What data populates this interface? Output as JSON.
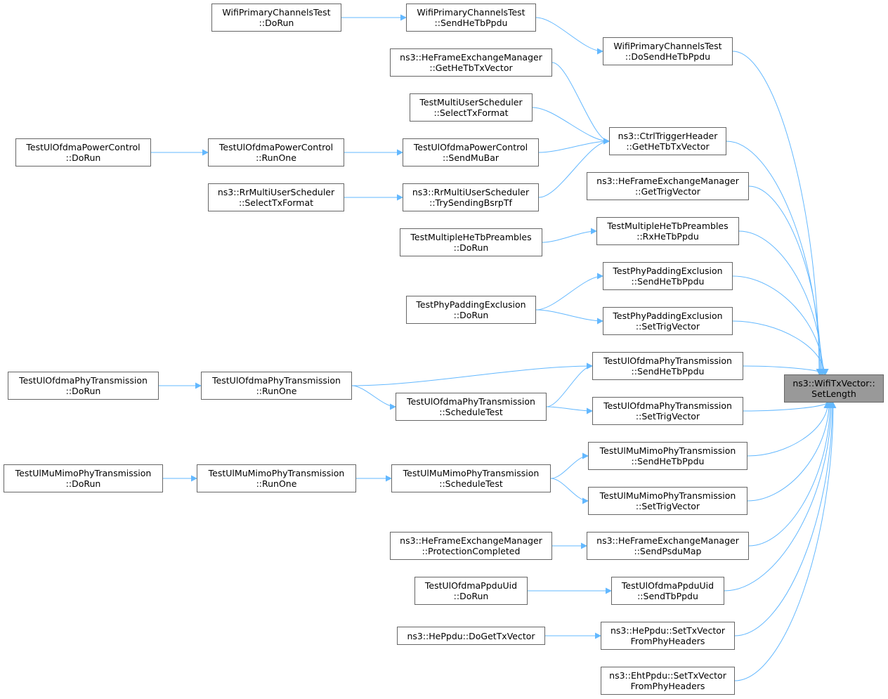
{
  "theme": {
    "edge_color": "#63b8ff",
    "node_border": "#666666",
    "root_fill": "#999999"
  },
  "nodes": {
    "root": [
      "ns3::WifiTxVector::",
      "SetLength"
    ],
    "n1": [
      "WifiPrimaryChannelsTest",
      "::DoRun"
    ],
    "n2": [
      "WifiPrimaryChannelsTest",
      "::SendHeTbPpdu"
    ],
    "n3": [
      "WifiPrimaryChannelsTest",
      "::DoSendHeTbPpdu"
    ],
    "n4": [
      "ns3::HeFrameExchangeManager",
      "::GetHeTbTxVector"
    ],
    "n5": [
      "TestMultiUserScheduler",
      "::SelectTxFormat"
    ],
    "n6": [
      "ns3::CtrlTriggerHeader",
      "::GetHeTbTxVector"
    ],
    "n7": [
      "TestUlOfdmaPowerControl",
      "::DoRun"
    ],
    "n8": [
      "TestUlOfdmaPowerControl",
      "::RunOne"
    ],
    "n9": [
      "TestUlOfdmaPowerControl",
      "::SendMuBar"
    ],
    "n10": [
      "ns3::HeFrameExchangeManager",
      "::GetTrigVector"
    ],
    "n11": [
      "ns3::RrMultiUserScheduler",
      "::SelectTxFormat"
    ],
    "n12": [
      "ns3::RrMultiUserScheduler",
      "::TrySendingBsrpTf"
    ],
    "n13": [
      "TestMultipleHeTbPreambles",
      "::RxHeTbPpdu"
    ],
    "n14": [
      "TestMultipleHeTbPreambles",
      "::DoRun"
    ],
    "n15": [
      "TestPhyPaddingExclusion",
      "::SendHeTbPpdu"
    ],
    "n16": [
      "TestPhyPaddingExclusion",
      "::DoRun"
    ],
    "n17": [
      "TestPhyPaddingExclusion",
      "::SetTrigVector"
    ],
    "n18": [
      "TestUlOfdmaPhyTransmission",
      "::SendHeTbPpdu"
    ],
    "n19": [
      "TestUlOfdmaPhyTransmission",
      "::DoRun"
    ],
    "n20": [
      "TestUlOfdmaPhyTransmission",
      "::RunOne"
    ],
    "n21": [
      "TestUlOfdmaPhyTransmission",
      "::ScheduleTest"
    ],
    "n22": [
      "TestUlOfdmaPhyTransmission",
      "::SetTrigVector"
    ],
    "n23": [
      "TestUlMuMimoPhyTransmission",
      "::SendHeTbPpdu"
    ],
    "n24": [
      "TestUlMuMimoPhyTransmission",
      "::DoRun"
    ],
    "n25": [
      "TestUlMuMimoPhyTransmission",
      "::RunOne"
    ],
    "n26": [
      "TestUlMuMimoPhyTransmission",
      "::ScheduleTest"
    ],
    "n27": [
      "TestUlMuMimoPhyTransmission",
      "::SetTrigVector"
    ],
    "n28": [
      "ns3::HeFrameExchangeManager",
      "::ProtectionCompleted"
    ],
    "n29": [
      "ns3::HeFrameExchangeManager",
      "::SendPsduMap"
    ],
    "n30": [
      "TestUlOfdmaPpduUid",
      "::DoRun"
    ],
    "n31": [
      "TestUlOfdmaPpduUid",
      "::SendTbPpdu"
    ],
    "n32": [
      "ns3::HePpdu::DoGetTxVector"
    ],
    "n33": [
      "ns3::HePpdu::SetTxVector",
      "FromPhyHeaders"
    ],
    "n34": [
      "ns3::EhtPpdu::SetTxVector",
      "FromPhyHeaders"
    ]
  },
  "edges": [
    [
      "n1",
      "n2"
    ],
    [
      "n2",
      "n3"
    ],
    [
      "n3",
      "root"
    ],
    [
      "n4",
      "n6"
    ],
    [
      "n5",
      "n6"
    ],
    [
      "n9",
      "n6"
    ],
    [
      "n12",
      "n6"
    ],
    [
      "n6",
      "root"
    ],
    [
      "n7",
      "n8"
    ],
    [
      "n8",
      "n9"
    ],
    [
      "n11",
      "n12"
    ],
    [
      "n10",
      "root"
    ],
    [
      "n14",
      "n13"
    ],
    [
      "n13",
      "root"
    ],
    [
      "n16",
      "n15"
    ],
    [
      "n16",
      "n17"
    ],
    [
      "n15",
      "root"
    ],
    [
      "n17",
      "root"
    ],
    [
      "n19",
      "n20"
    ],
    [
      "n20",
      "n18"
    ],
    [
      "n20",
      "n21"
    ],
    [
      "n21",
      "n18"
    ],
    [
      "n21",
      "n22"
    ],
    [
      "n18",
      "root"
    ],
    [
      "n22",
      "root"
    ],
    [
      "n24",
      "n25"
    ],
    [
      "n25",
      "n26"
    ],
    [
      "n26",
      "n23"
    ],
    [
      "n26",
      "n27"
    ],
    [
      "n23",
      "root"
    ],
    [
      "n27",
      "root"
    ],
    [
      "n28",
      "n29"
    ],
    [
      "n29",
      "root"
    ],
    [
      "n30",
      "n31"
    ],
    [
      "n31",
      "root"
    ],
    [
      "n32",
      "n33"
    ],
    [
      "n33",
      "root"
    ],
    [
      "n34",
      "root"
    ]
  ]
}
